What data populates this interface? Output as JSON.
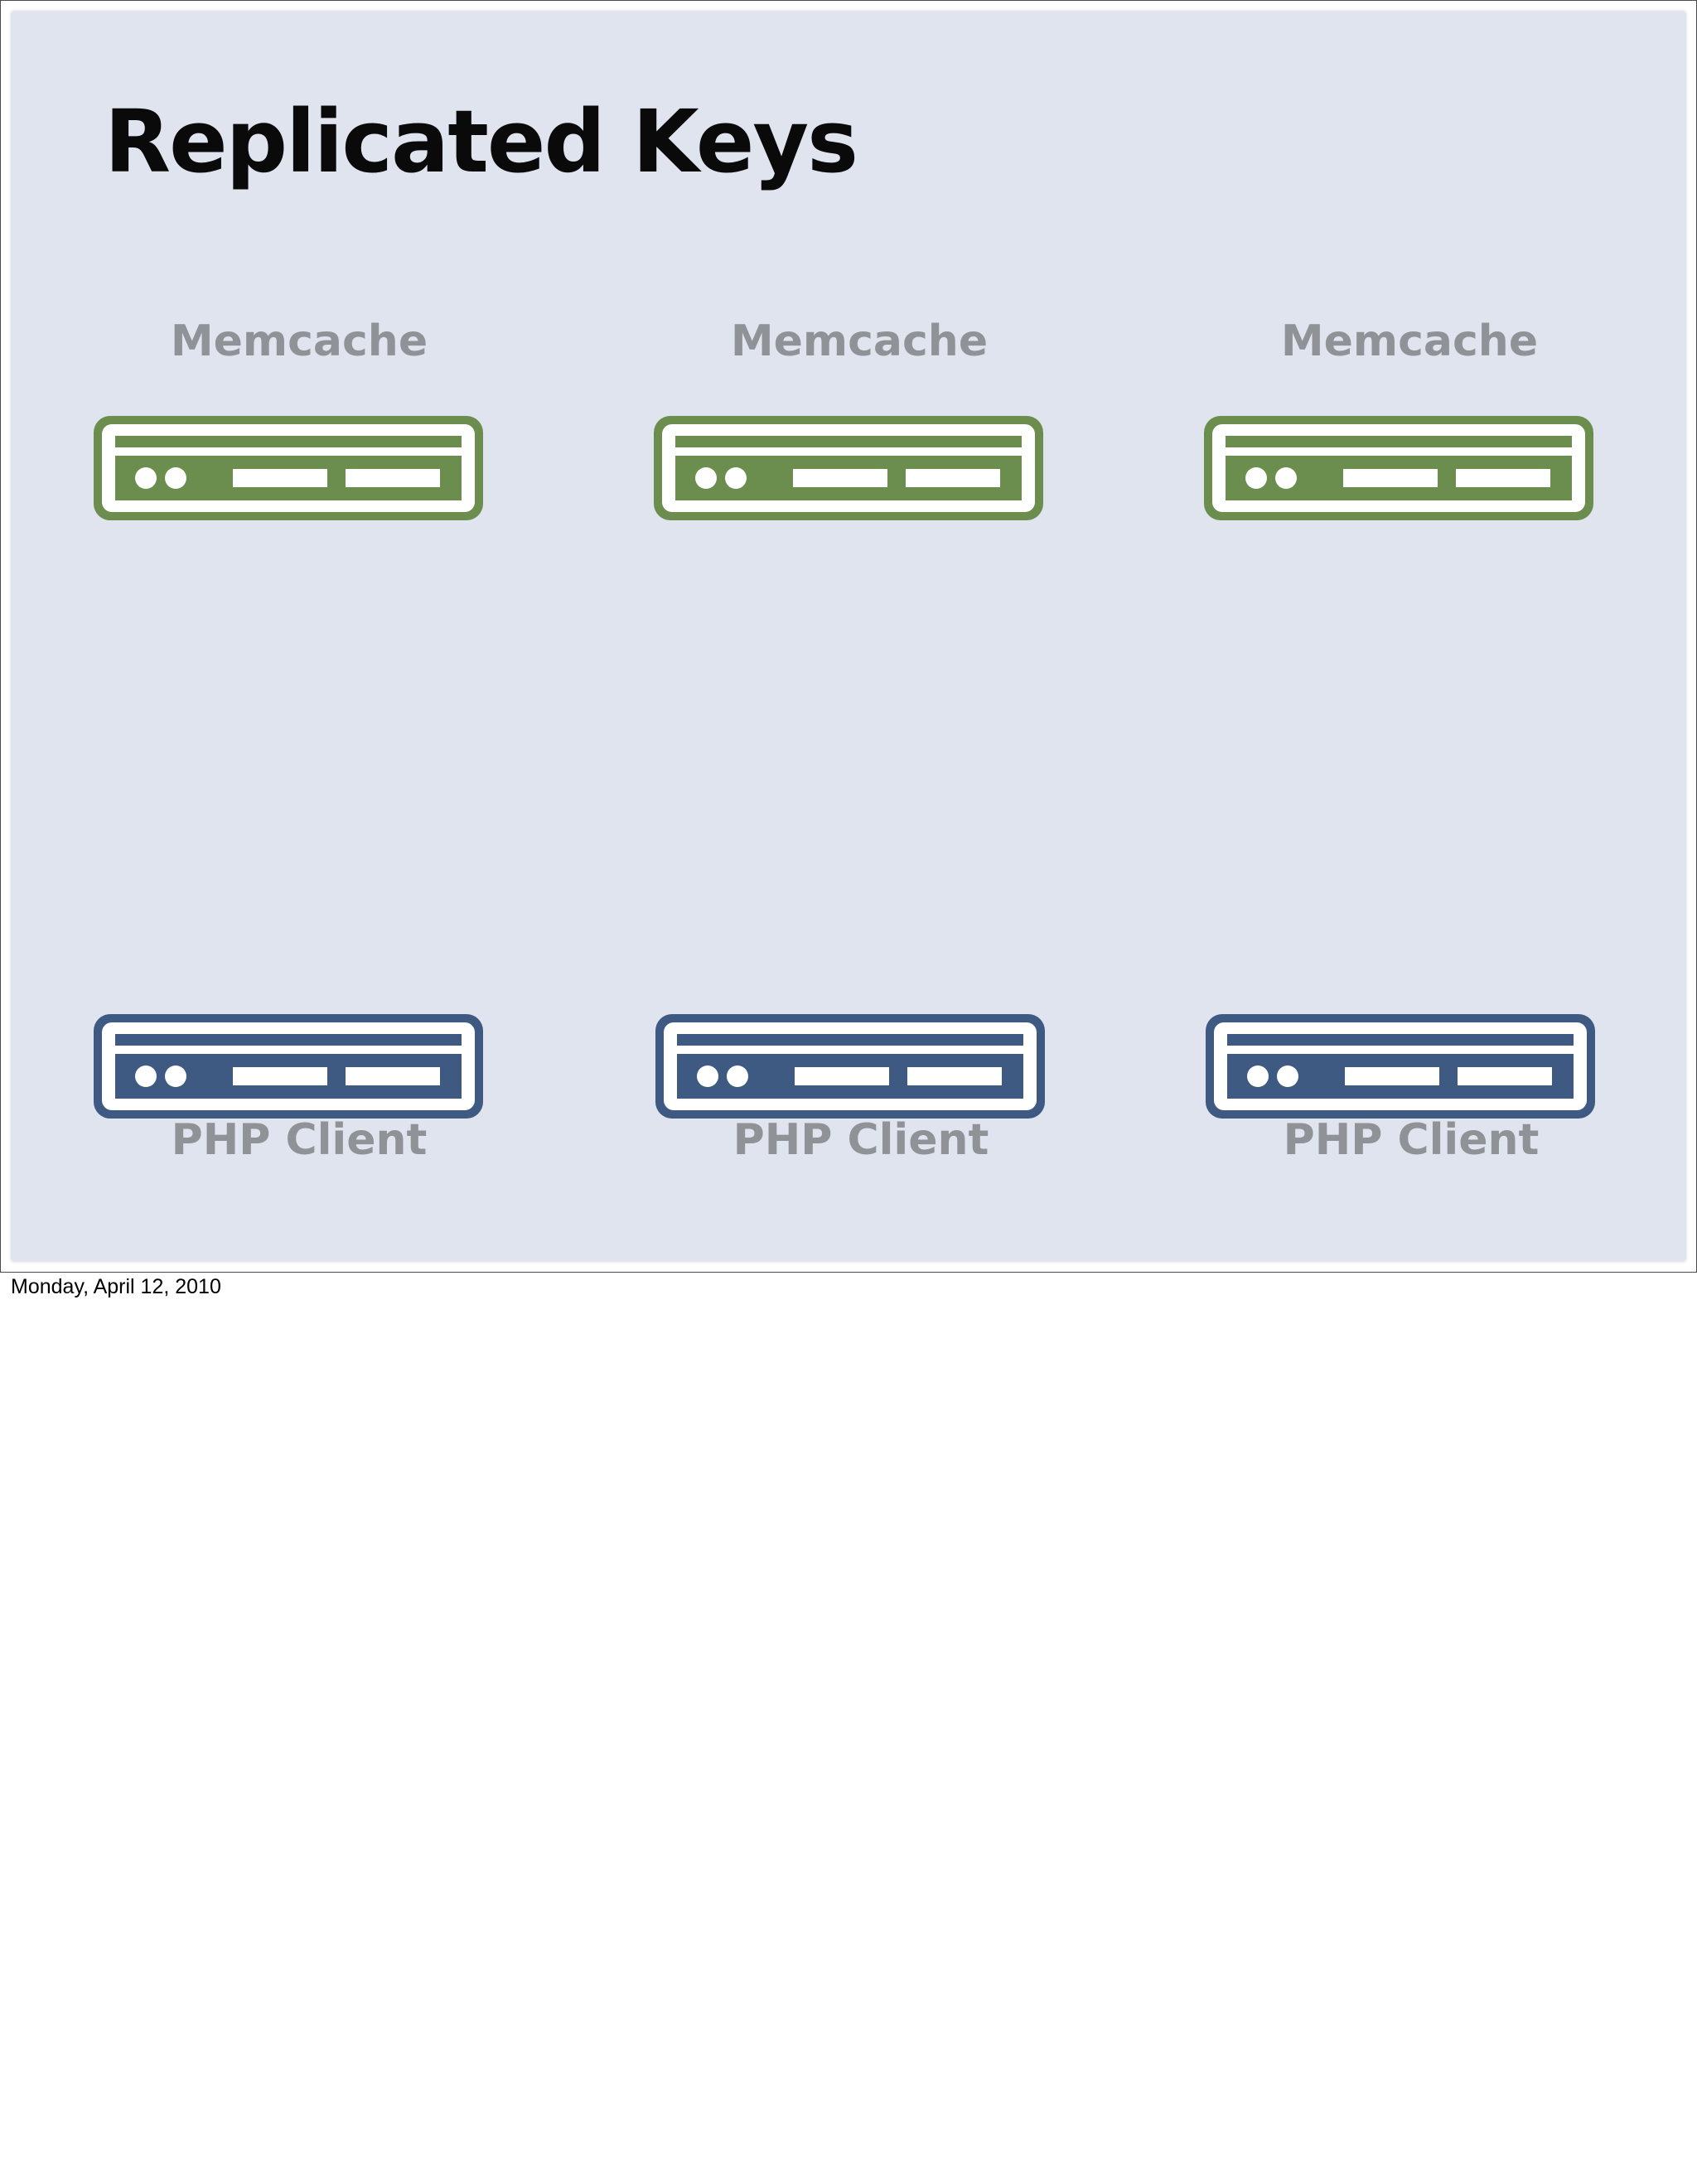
{
  "slide": {
    "title": "Replicated Keys"
  },
  "memcache_servers": [
    {
      "label": "Memcache"
    },
    {
      "label": "Memcache"
    },
    {
      "label": "Memcache"
    }
  ],
  "php_clients": [
    {
      "label": "PHP Client"
    },
    {
      "label": "PHP Client"
    },
    {
      "label": "PHP Client"
    }
  ],
  "icons": {
    "memcache": "server-icon",
    "php_client": "server-icon"
  },
  "colors": {
    "slide_background": "#e0e4ef",
    "memcache_server": "#6b8e4e",
    "php_client_server": "#3f5a82",
    "label_gray": "#8f9296",
    "title": "#0a0a0a"
  },
  "footer": {
    "date": "Monday, April 12, 2010"
  }
}
